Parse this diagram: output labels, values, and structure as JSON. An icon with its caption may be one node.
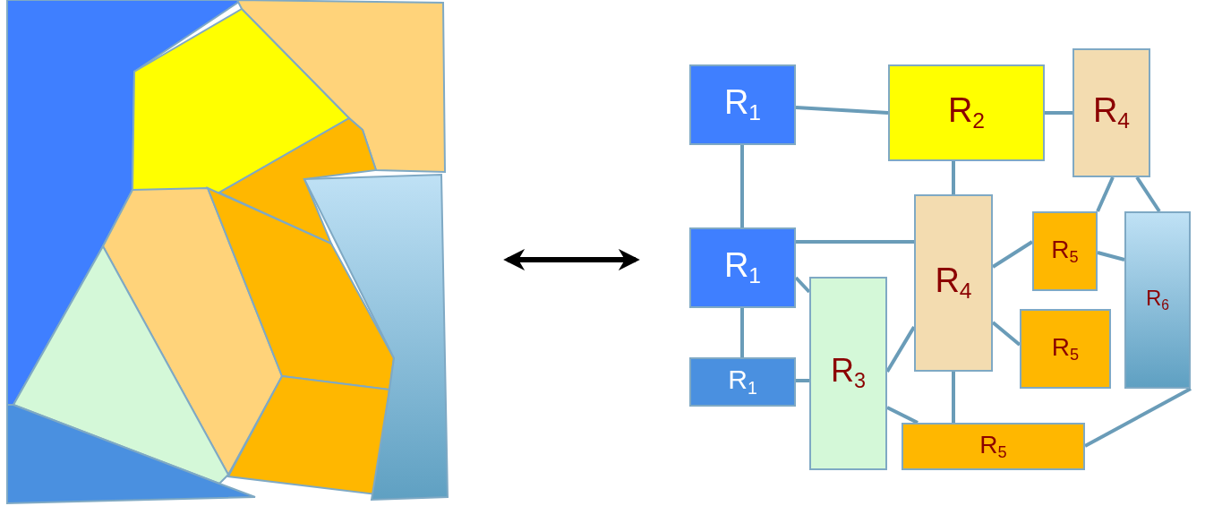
{
  "diagram": {
    "nodes": [
      {
        "text": [],
        "shape": "picture"
      },
      {
        "text": [
          "R$_{1}$"
        ]
      },
      {
        "text": [
          "R$_{2}$"
        ]
      },
      {
        "text": [
          "R$_{4}$"
        ]
      },
      {
        "text": [
          "R$_{1}$"
        ]
      },
      {
        "text": [
          "R$_{4}$"
        ]
      },
      {
        "text": [
          "R$_{5}$"
        ]
      },
      {
        "text": [
          "R$_{6}$"
        ]
      },
      {
        "text": [
          "R$_{3}$"
        ]
      },
      {
        "text": [
          "R$_{5}$"
        ]
      },
      {
        "text": [
          "R$_{1}$"
        ]
      },
      {
        "text": [
          "R$_{5}$"
        ]
      }
    ],
    "edges": [
      {
        "from": 0,
        "to": null,
        "arrow": "both",
        "color": "#000000"
      },
      {
        "from": 1,
        "to": 2,
        "arrow": "none"
      },
      {
        "from": 2,
        "to": 3,
        "arrow": "none"
      },
      {
        "from": 1,
        "to": 4,
        "arrow": "none"
      },
      {
        "from": 2,
        "to": 5,
        "arrow": "none"
      },
      {
        "from": 4,
        "to": 5,
        "arrow": "none"
      },
      {
        "from": 4,
        "to": 10,
        "arrow": "none"
      },
      {
        "from": 4,
        "to": 8,
        "arrow": "none"
      },
      {
        "from": 10,
        "to": 8,
        "arrow": "none"
      },
      {
        "from": 8,
        "to": 5,
        "arrow": "none"
      },
      {
        "from": 8,
        "to": 11,
        "arrow": "none"
      },
      {
        "from": 5,
        "to": 11,
        "arrow": "none"
      },
      {
        "from": 5,
        "to": 6,
        "arrow": "none"
      },
      {
        "from": 5,
        "to": 9,
        "arrow": "none"
      },
      {
        "from": 6,
        "to": 3,
        "arrow": "none"
      },
      {
        "from": 6,
        "to": 7,
        "arrow": "none"
      },
      {
        "from": 3,
        "to": 7,
        "arrow": "none"
      },
      {
        "from": 7,
        "to": 11,
        "arrow": "none"
      }
    ]
  }
}
